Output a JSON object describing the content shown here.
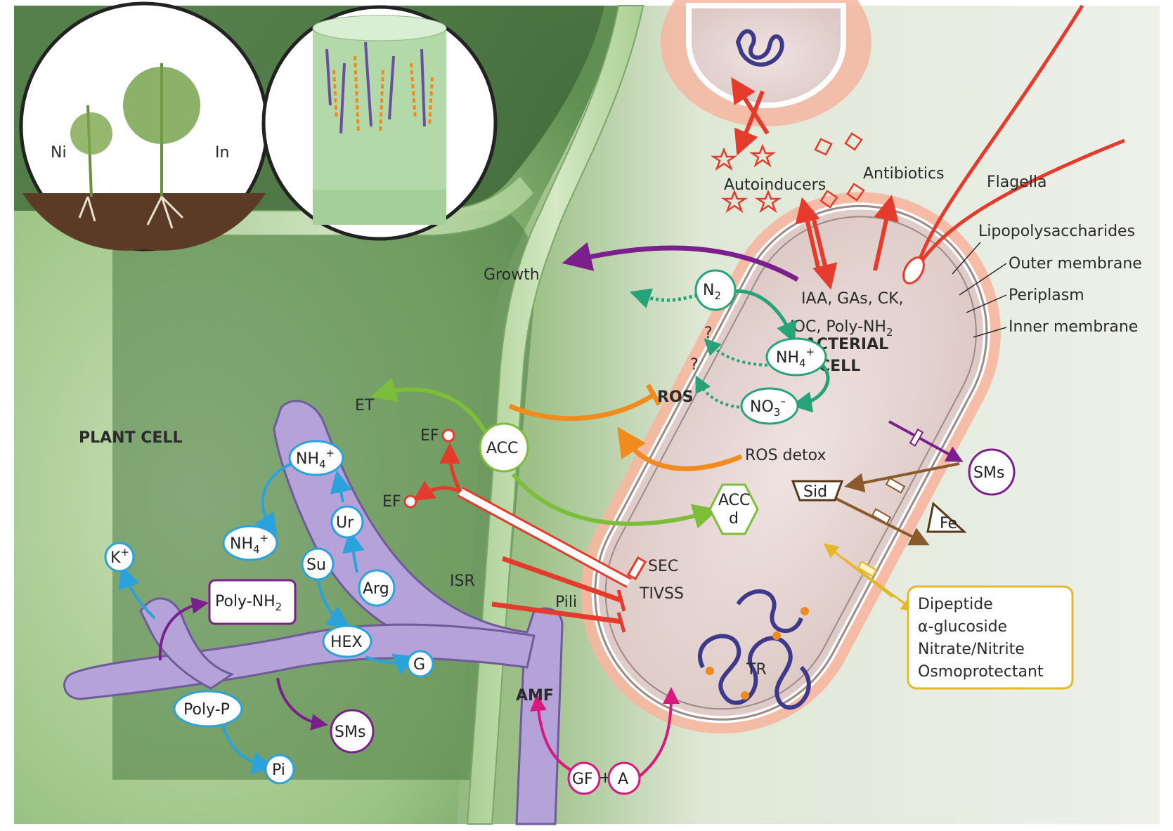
{
  "colors": {
    "plant_dark": "#3f6b3a",
    "cell_wall": "#b9d9a6",
    "amf": "#b5a2d8",
    "bacteria_halo": "#f6b6a0",
    "bacteria_body": "#e9d9d6",
    "blue_arrow": "#2aa3dc",
    "purple_arrow": "#7a1f8c",
    "green_arrow": "#7cbd3a",
    "teal_arrow": "#27a37a",
    "orange_arrow": "#f08c1e",
    "red_arrow": "#e53b2c",
    "brown_arrow": "#8b5a2b",
    "yellow_arrow": "#e5b82b",
    "magenta_arrow": "#d61a7f"
  },
  "insets": {
    "left_ni": "Ni",
    "left_in": "In"
  },
  "labels": {
    "plant_cell": "PLANT CELL",
    "bacterial_cell_1": "BACTERIAL",
    "bacterial_cell_2": "CELL",
    "growth": "Growth",
    "autoinducers": "Autoinducers",
    "antibiotics": "Antibiotics",
    "flagella": "Flagella",
    "lipopolysaccharides": "Lipopolysaccharides",
    "outer_membrane": "Outer membrane",
    "periplasm": "Periplasm",
    "inner_membrane": "Inner membrane",
    "hormones_1": "IAA, GAs, CK,",
    "hormones_2": "VOC, Poly-NH",
    "hormones_2_sub": "2",
    "q1": "?",
    "q2": "?",
    "ros": "ROS",
    "ros_detox": "ROS detox",
    "et": "ET",
    "ef1": "EF",
    "ef2": "EF",
    "isr": "ISR",
    "pili": "Pili",
    "sec": "SEC",
    "tivss": "TIVSS",
    "amf": "AMF",
    "tr": "TR",
    "plus": "+"
  },
  "nodes": {
    "n2": "N",
    "n2_sub": "2",
    "nh4_bact": "NH",
    "nh4_bact_sub": "4",
    "nh4_bact_sup": "+",
    "no3": "NO",
    "no3_sub": "3",
    "no3_sup": "–",
    "acc": "ACC",
    "accd_1": "ACC",
    "accd_2": "d",
    "sms_bact": "SMs",
    "sid": "Sid",
    "fe": "Fe",
    "nh4_top": "NH",
    "nh4_top_sub": "4",
    "nh4_top_sup": "+",
    "nh4_mid": "NH",
    "nh4_mid_sub": "4",
    "nh4_mid_sup": "+",
    "ur": "Ur",
    "su": "Su",
    "arg": "Arg",
    "hex": "HEX",
    "g": "G",
    "k": "K",
    "k_sup": "+",
    "polynh2": "Poly-NH",
    "polynh2_sub": "2",
    "polyp": "Poly-P",
    "sms_plant": "SMs",
    "pi": "Pi",
    "gf": "GF",
    "a": "A"
  },
  "transport_box": [
    "Dipeptide",
    "α-glucoside",
    "Nitrate/Nitrite",
    "Osmoprotectant"
  ]
}
